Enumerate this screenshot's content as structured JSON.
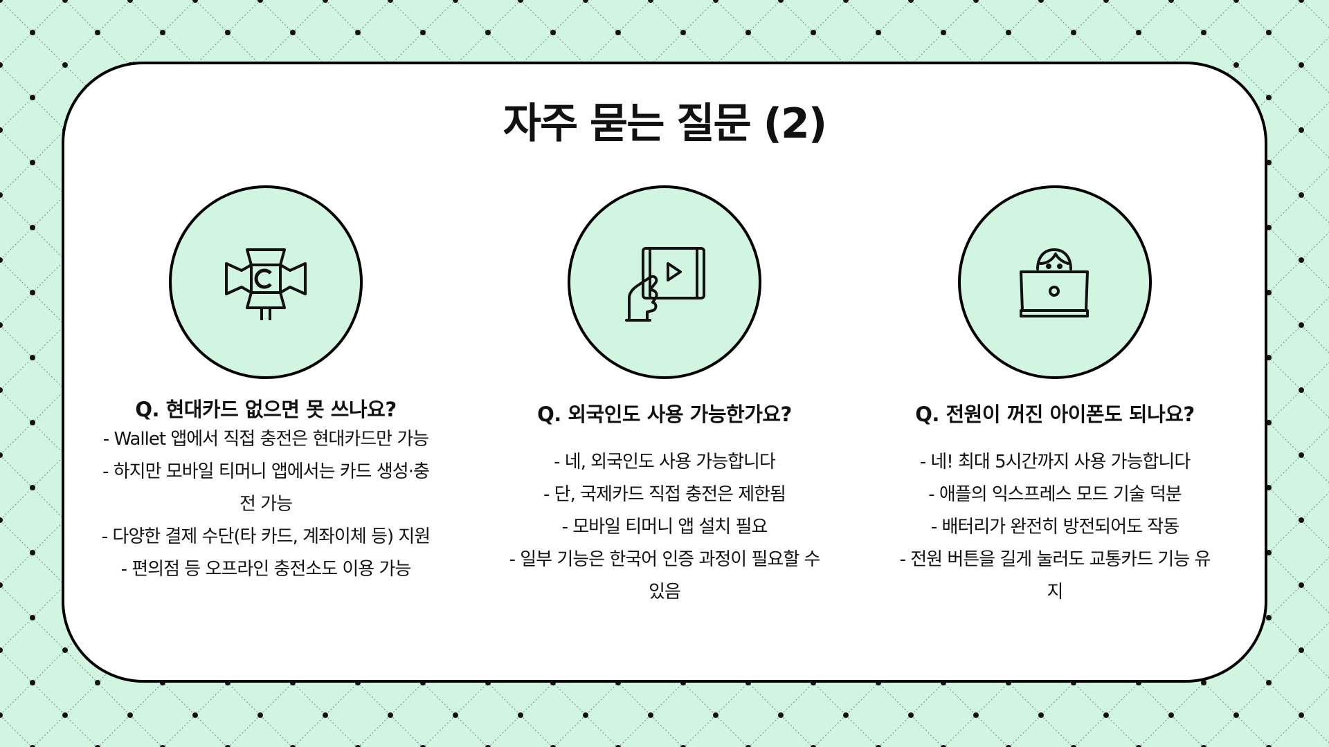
{
  "slide": {
    "title": "자주 묻는 질문 (2)"
  },
  "colors": {
    "background": "#d2f5e2",
    "pattern_dot": "#111111",
    "card": "#ffffff",
    "circle_fill": "#d2f5e2",
    "border": "#000000"
  },
  "columns": [
    {
      "icon": "camera-light-icon",
      "question": "Q. 현대카드 없으면 못 쓰나요?",
      "answers": [
        "- Wallet 앱에서 직접 충전은 현대카드만 가능",
        "- 하지만 모바일 티머니 앱에서는 카드 생성·충전 가능",
        "- 다양한 결제 수단(타 카드, 계좌이체 등) 지원",
        "- 편의점 등 오프라인 충전소도 이용 가능"
      ]
    },
    {
      "icon": "hand-holding-tablet-icon",
      "question": "Q. 외국인도 사용 가능한가요?",
      "answers": [
        "- 네, 외국인도 사용 가능합니다",
        "- 단, 국제카드 직접 충전은 제한됨",
        "- 모바일 티머니 앱 설치 필요",
        "- 일부 기능은 한국어 인증 과정이 필요할 수 있음"
      ]
    },
    {
      "icon": "person-laptop-icon",
      "question": "Q. 전원이 꺼진 아이폰도 되나요?",
      "answers": [
        "- 네! 최대 5시간까지 사용 가능합니다",
        "- 애플의 익스프레스 모드 기술 덕분",
        "- 배터리가 완전히 방전되어도 작동",
        "- 전원 버튼을 길게 눌러도 교통카드 기능 유지"
      ]
    }
  ]
}
